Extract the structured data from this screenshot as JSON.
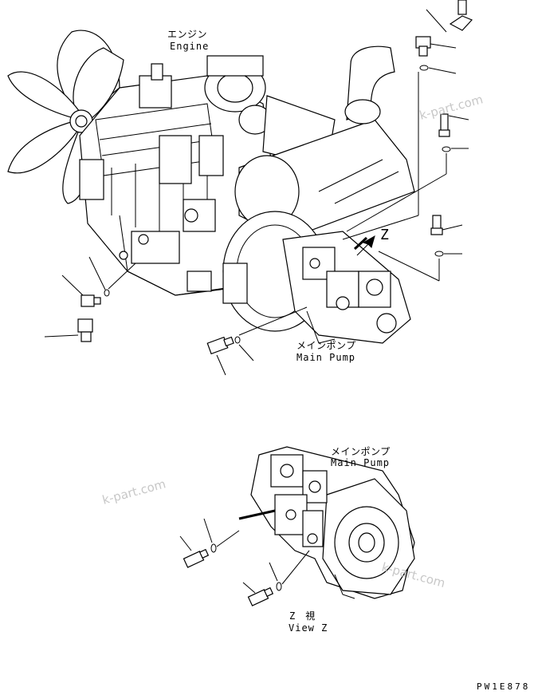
{
  "labels": {
    "engine_jp": "エンジン",
    "engine_en": "Engine",
    "main_pump_top_jp": "メインポンプ",
    "main_pump_top_en": "Main Pump",
    "main_pump_bottom_jp": "メインポンプ",
    "main_pump_bottom_en": "Main Pump",
    "view_marker": "Z",
    "view_z_jp": "Z　視",
    "view_z_en": "View Z"
  },
  "watermarks": [
    "k-part.com",
    "k-part.com",
    "k-part.com"
  ],
  "drawing_code": "PW1E878",
  "icons": {
    "view_arrow": "view-direction-arrow-icon"
  }
}
